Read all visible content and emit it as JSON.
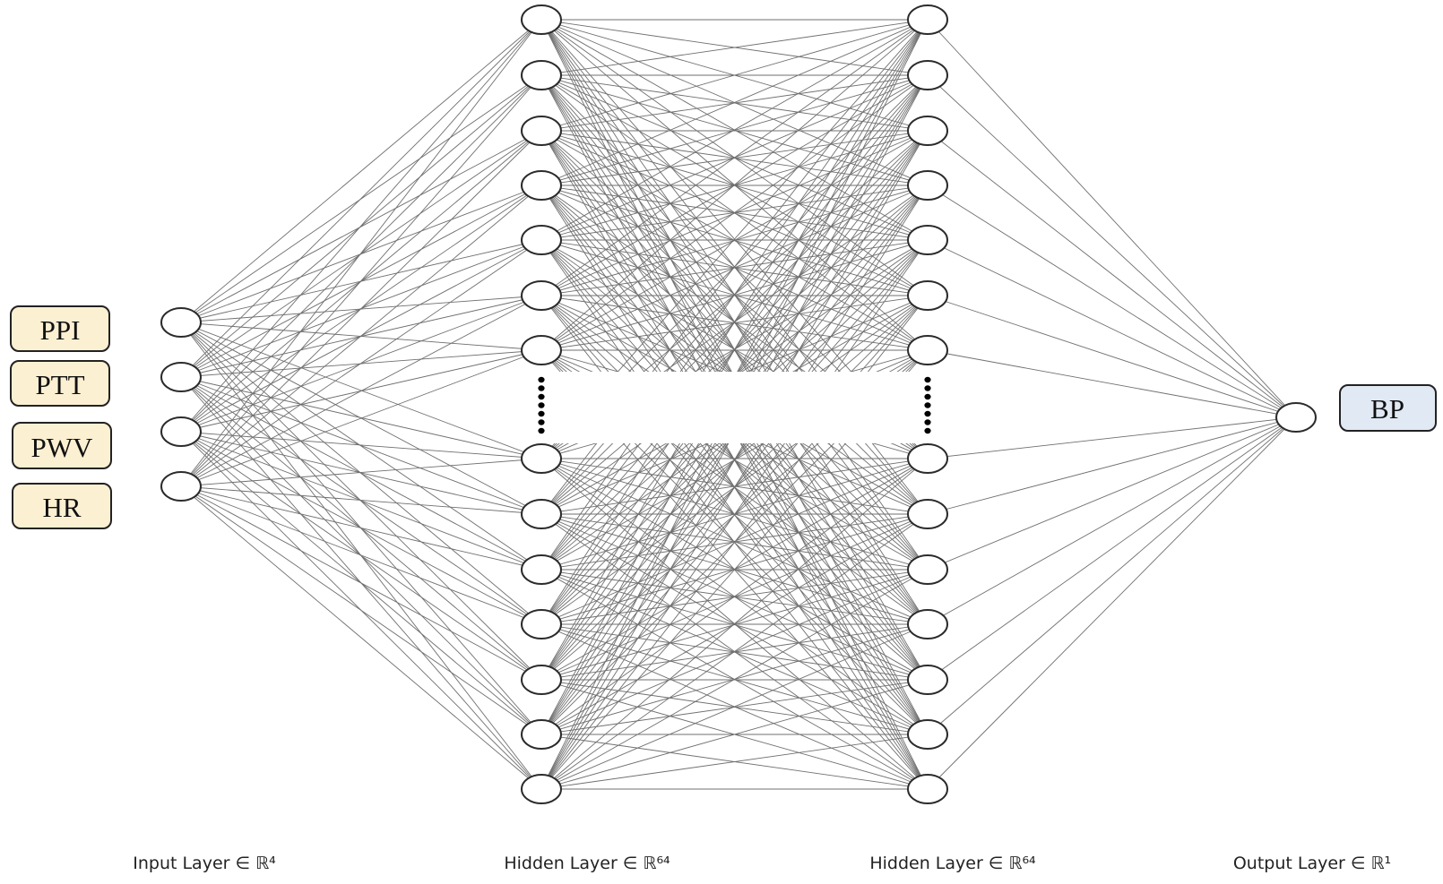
{
  "colors": {
    "input_box_fill": "#fcf0d2",
    "output_box_fill": "#e1eaf4",
    "edge": "#6f6f6f",
    "node_stroke": "#2b2b2b"
  },
  "inputs": [
    "PPI",
    "PTT",
    "PWV",
    "HR"
  ],
  "output": "BP",
  "layers": [
    {
      "label": "Input Layer ∈ ℝ⁴",
      "units": 4
    },
    {
      "label": "Hidden Layer ∈ ℝ⁶⁴",
      "units": 64
    },
    {
      "label": "Hidden Layer ∈ ℝ⁶⁴",
      "units": 64
    },
    {
      "label": "Output Layer ∈ ℝ¹",
      "units": 1
    }
  ]
}
